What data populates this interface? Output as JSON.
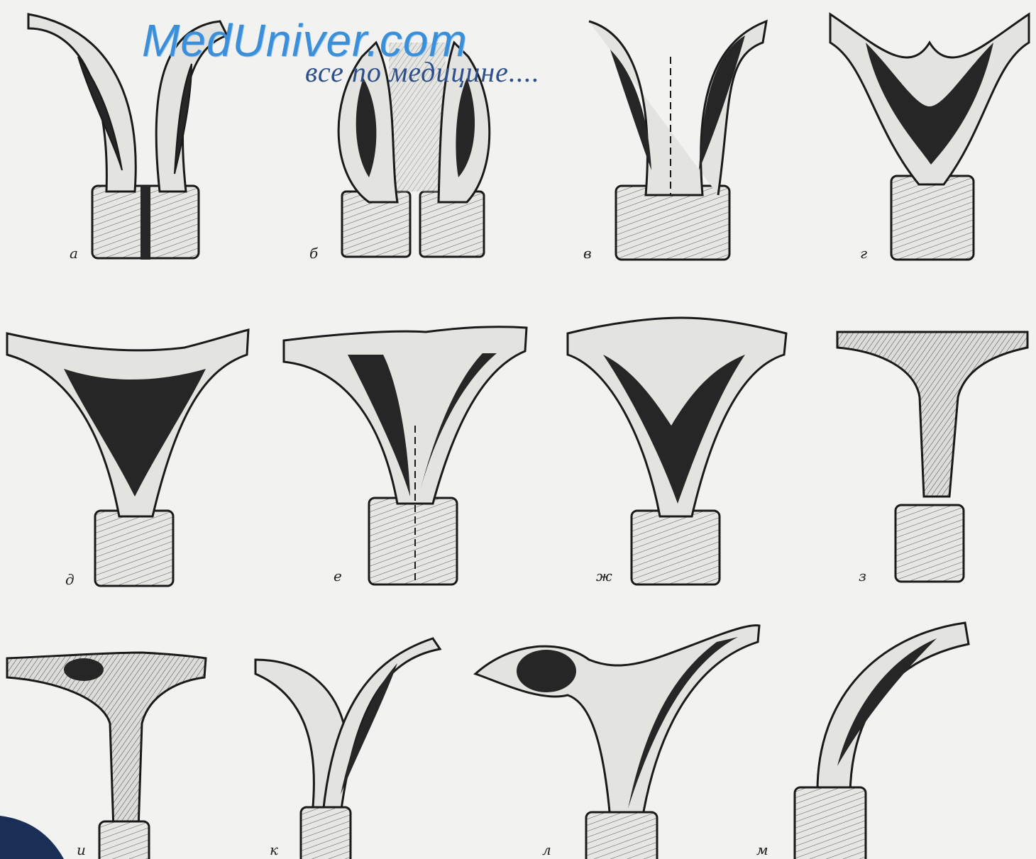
{
  "watermark": {
    "site": "MedUniver.com",
    "tagline": "все по медицине...."
  },
  "figures": [
    {
      "id": "a",
      "label": "а"
    },
    {
      "id": "b",
      "label": "б"
    },
    {
      "id": "v",
      "label": "в"
    },
    {
      "id": "g",
      "label": "г"
    },
    {
      "id": "d",
      "label": "д"
    },
    {
      "id": "e",
      "label": "е"
    },
    {
      "id": "zh",
      "label": "ж"
    },
    {
      "id": "z",
      "label": "з"
    },
    {
      "id": "i",
      "label": "и"
    },
    {
      "id": "k",
      "label": "к"
    },
    {
      "id": "l",
      "label": "л"
    },
    {
      "id": "m",
      "label": "м"
    }
  ],
  "colors": {
    "background": "#f2f2f0",
    "wall": "#e3e3e0",
    "cavity": "#262626",
    "outline": "#1a1a1a",
    "watermark_blue": "#3a8fd8"
  }
}
